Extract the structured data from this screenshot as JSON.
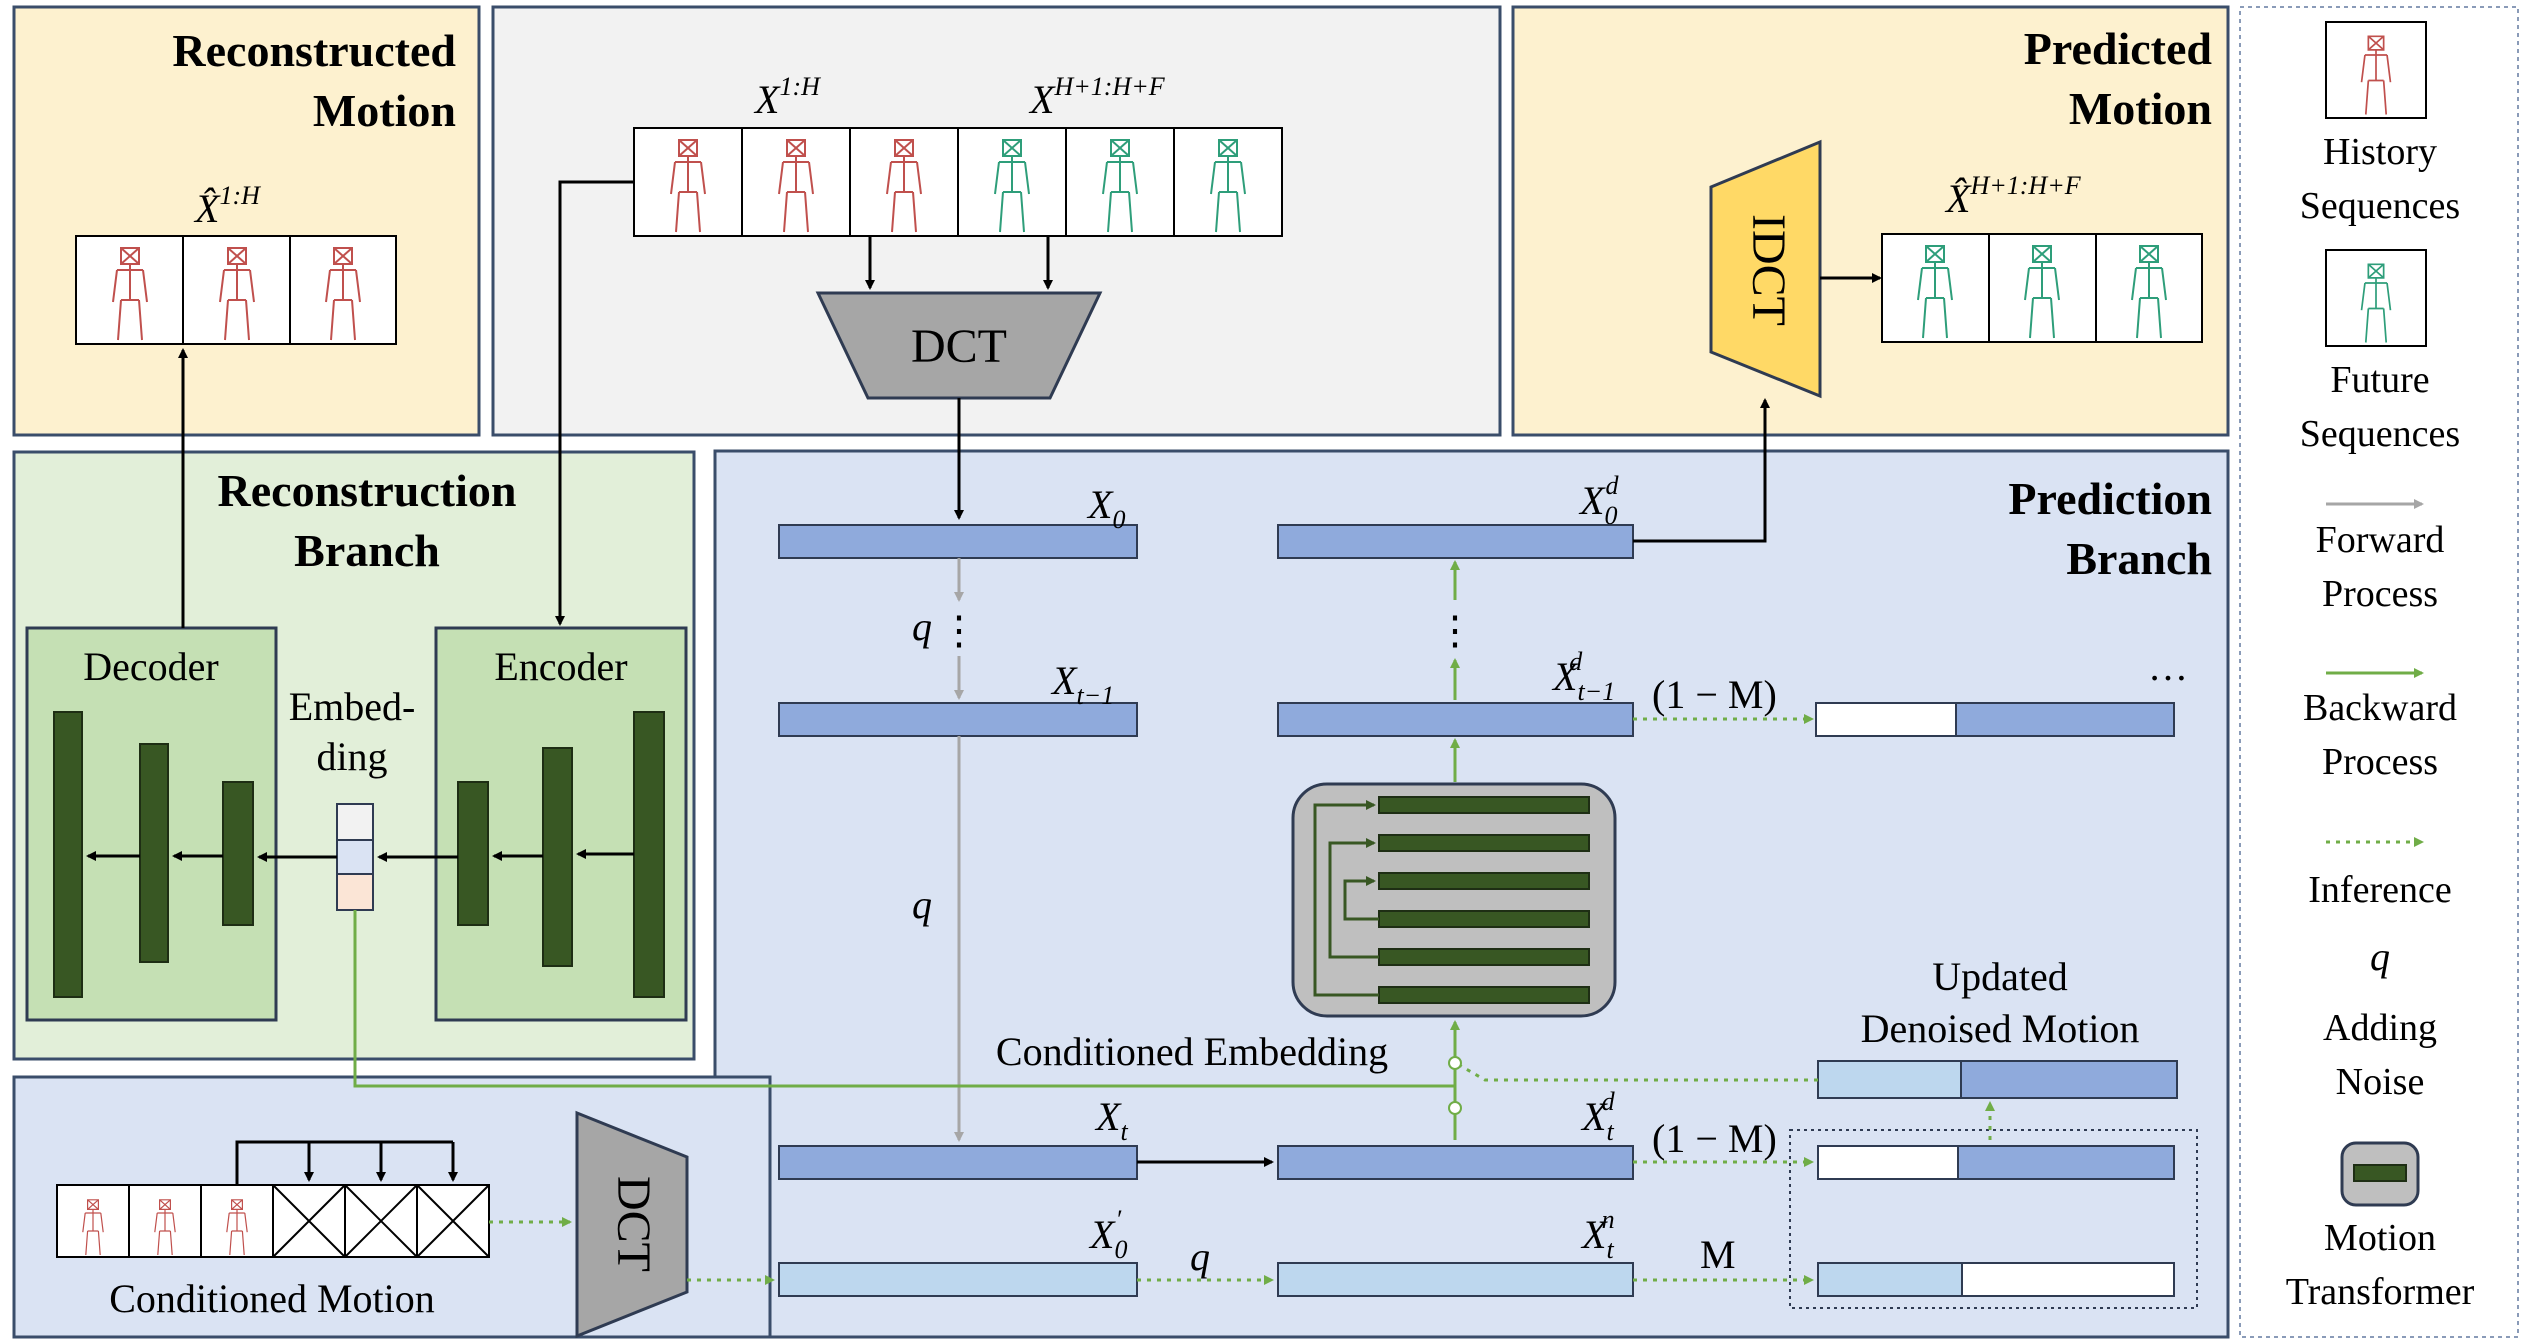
{
  "colors": {
    "panel_yellow": "#fdf1cf",
    "panel_green": "#e2efd9",
    "panel_blue": "#dae3f3",
    "panel_gray": "#f2f2f2",
    "encoder_box": "#c5e0b4",
    "bar_blue": "#8faadc",
    "bar_light": "#bdd7ee",
    "dark_green": "#385723",
    "forward_gray": "#a6a6a6",
    "backward_green": "#70ad47",
    "dct_gray": "#a6a6a6",
    "idct_yellow": "#ffd966",
    "history_pose": "#c0504d",
    "future_pose": "#2e9e7a"
  },
  "reconstructed_motion": {
    "title_line1": "Reconstructed",
    "title_line2": "Motion",
    "xhat_base": "X̂",
    "xhat_sup": "1:H"
  },
  "input_sequence": {
    "hist_base": "X",
    "hist_sup": "1:H",
    "fut_base": "X",
    "fut_sup": "H+1:H+F",
    "dct_label": "DCT"
  },
  "predicted_motion": {
    "title_line1": "Predicted",
    "title_line2": "Motion",
    "idct_label": "IDCT",
    "xhat_base": "X̂",
    "xhat_sup": "H+1:H+F"
  },
  "reconstruction_branch": {
    "title_line1": "Reconstruction",
    "title_line2": "Branch",
    "decoder_label": "Decoder",
    "encoder_label": "Encoder",
    "embedding_line1": "Embed-",
    "embedding_line2": "ding"
  },
  "prediction_branch": {
    "title_line1": "Prediction",
    "title_line2": "Branch",
    "x0": "X",
    "x0_sub": "0",
    "xt1": "X",
    "xt1_sub": "t−1",
    "x0d": "X",
    "x0d_sub": "0",
    "x0d_sup": "d",
    "xt1d": "X",
    "xt1d_sub": "t−1",
    "xt1d_sup": "d",
    "xt": "X",
    "xt_sub": "t",
    "xtd": "X",
    "xtd_sub": "t",
    "xtd_sup": "d",
    "x0p": "X",
    "x0p_sub": "0",
    "x0p_sup": "′",
    "xtn": "X",
    "xtn_sub": "t",
    "xtn_sup": "n",
    "q_label": "q",
    "vdots": "⋮",
    "hdots": "…",
    "one_minus_m": "(1 − M)",
    "m_label": "M",
    "conditioned_embedding": "Conditioned Embedding",
    "updated_line1": "Updated",
    "updated_line2": "Denoised Motion"
  },
  "conditioned": {
    "label": "Conditioned Motion",
    "dct_label": "DCT"
  },
  "legend": {
    "history_line1": "History",
    "history_line2": "Sequences",
    "future_line1": "Future",
    "future_line2": "Sequences",
    "forward_line1": "Forward",
    "forward_line2": "Process",
    "backward_line1": "Backward",
    "backward_line2": "Process",
    "inference": "Inference",
    "q_symbol": "q",
    "adding_noise_line1": "Adding",
    "adding_noise_line2": "Noise",
    "transformer_line1": "Motion",
    "transformer_line2": "Transformer"
  }
}
